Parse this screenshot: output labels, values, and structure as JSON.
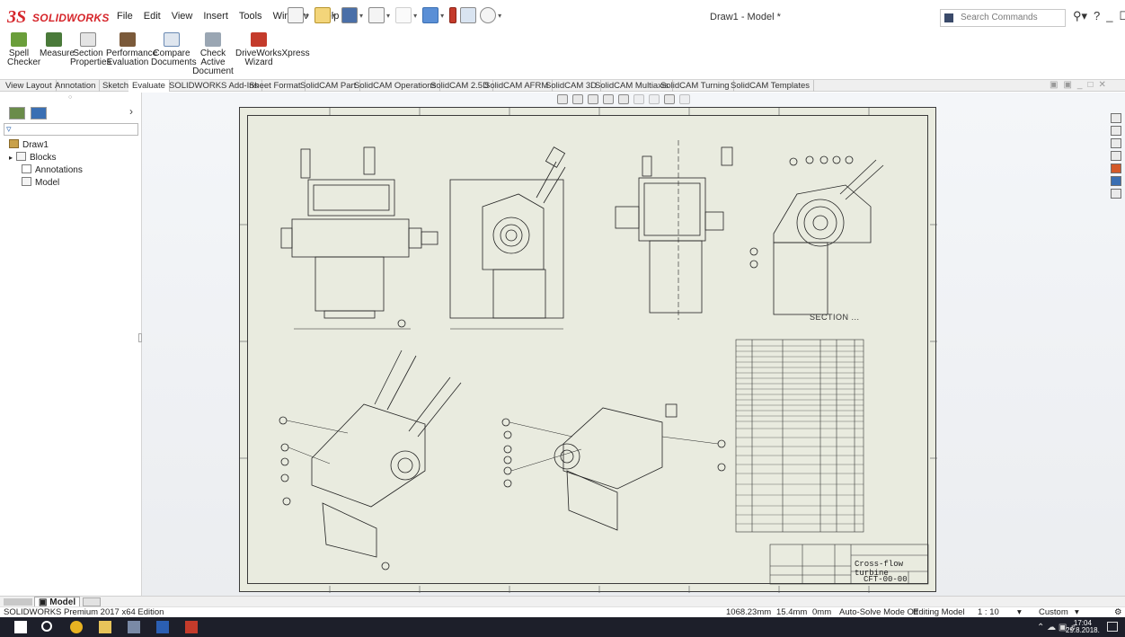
{
  "app": {
    "brand_prefix": "3S",
    "brand": "SOLIDWORKS",
    "menu": [
      "File",
      "Edit",
      "View",
      "Insert",
      "Tools",
      "Window",
      "Help"
    ],
    "document_title": "Draw1 - Model *",
    "search_placeholder": "Search Commands",
    "help_label": "?",
    "window_controls": [
      "_",
      "☐",
      "✕"
    ]
  },
  "ribbon": {
    "buttons": [
      {
        "label": "Spell\nChecker",
        "icon": "spell-checker-icon"
      },
      {
        "label": "Measure",
        "icon": "measure-icon"
      },
      {
        "label": "Section\nProperties",
        "icon": "section-properties-icon"
      },
      {
        "label": "Performance\nEvaluation",
        "icon": "performance-evaluation-icon"
      },
      {
        "label": "Compare\nDocuments",
        "icon": "compare-documents-icon"
      },
      {
        "label": "Check Active\nDocument",
        "icon": "check-active-document-icon"
      },
      {
        "label": "DriveWorksXpress\nWizard",
        "icon": "driveworksxpress-icon"
      }
    ]
  },
  "tabs": [
    "View Layout",
    "Annotation",
    "Sketch",
    "Evaluate",
    "SOLIDWORKS Add-Ins",
    "Sheet Format",
    "SolidCAM Part",
    "SolidCAM Operations",
    "SolidCAM 2.5D",
    "SolidCAM AFRM",
    "SolidCAM 3D",
    "SolidCAM Multiaxis",
    "SolidCAM Turning",
    "SolidCAM Templates"
  ],
  "active_tab": "Evaluate",
  "tree": {
    "root": "Draw1",
    "items": [
      "Blocks",
      "Annotations",
      "Model"
    ]
  },
  "drawing": {
    "section_label": "SECTION ...",
    "title": "Cross-flow turbine",
    "drawing_number": "CFT-00-00"
  },
  "bottom_tabs": {
    "model": "Model"
  },
  "status": {
    "edition": "SOLIDWORKS Premium 2017 x64 Edition",
    "x": "1068.23mm",
    "y": "15.4mm",
    "z": "0mm",
    "solve_mode": "Auto-Solve Mode Off",
    "editing": "Editing Model",
    "scale": "1 : 10",
    "units": "Custom"
  },
  "taskbar": {
    "time": "17:04",
    "date": "29.8.2018."
  },
  "colors": {
    "brand_red": "#d6262b",
    "sheet": "#e9ebdf",
    "taskbar": "#1d1f2a"
  }
}
